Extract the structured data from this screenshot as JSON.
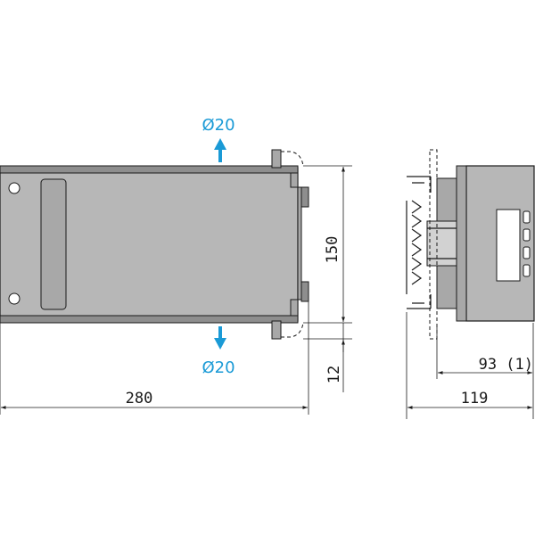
{
  "dimensions": {
    "width": "280",
    "height": "150",
    "bottom_gap": "12",
    "depth": "93 (1)",
    "total_depth": "119"
  },
  "airflow": {
    "top_label": "Ø20",
    "bottom_label": "Ø20",
    "color": "#1a9ad6"
  },
  "colors": {
    "body": "#b7b7b7",
    "line": "#1a1a1a"
  }
}
